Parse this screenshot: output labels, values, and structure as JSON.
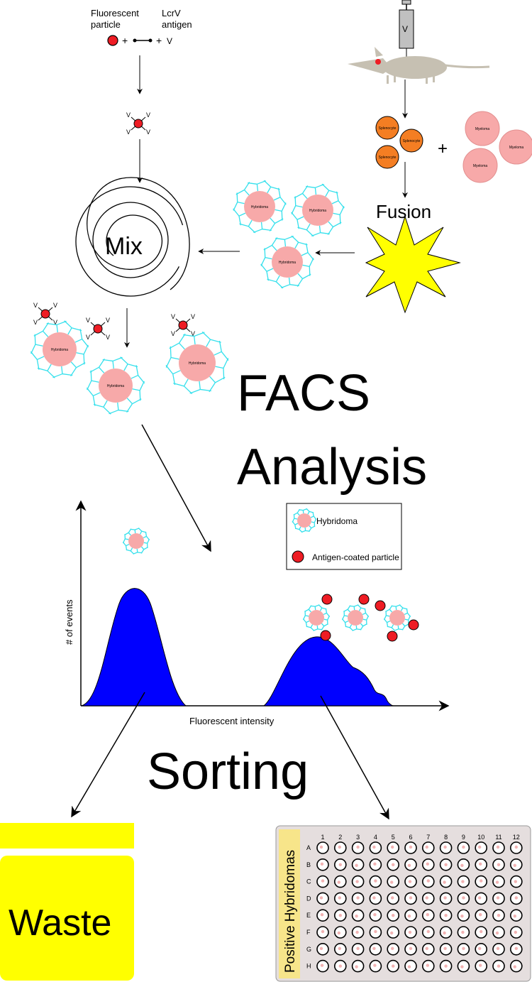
{
  "colors": {
    "particle": "#ee1c24",
    "hybridoma": "#f7a9a9",
    "antibody": "#35e0ec",
    "splenocyte": "#f47e23",
    "myeloma": "#f7a9a9",
    "fusion_star": "#ffff00",
    "histogram": "#0000ff",
    "waste": "#ffff00",
    "plate_bg": "#e5dede",
    "plate_label_bg": "#f7e58a"
  },
  "top": {
    "particle_label": "Fluorescent\nparticle",
    "antigen_label": "LcrV\nantigen",
    "plus1": "+",
    "plus2": "+",
    "v_glyph": "V",
    "syringe_label": "V"
  },
  "cells": {
    "splenocyte": "Splenocyte",
    "myeloma": "Myeloma",
    "hybridoma": "Hybridoma",
    "plus": "+"
  },
  "steps": {
    "fusion": "Fusion",
    "mix": "Mix",
    "facs": "FACS\nAnalysis",
    "sorting": "Sorting",
    "waste": "Waste"
  },
  "legend": {
    "hybridoma": "Hybridoma",
    "particle": "Antigen-coated particle"
  },
  "chart_data": {
    "type": "area",
    "xlabel": "Fluorescent intensity",
    "ylabel": "# of events",
    "series": [
      {
        "name": "",
        "peaks": "low-fluorescence (unbound hybridomas)"
      },
      {
        "name": "",
        "peaks": "high-fluorescence (antigen-bound hybridomas)"
      }
    ]
  },
  "plate": {
    "title": "Positive Hybridomas",
    "columns": [
      "1",
      "2",
      "3",
      "4",
      "5",
      "6",
      "7",
      "8",
      "9",
      "10",
      "11",
      "12"
    ],
    "rows": [
      "A",
      "B",
      "C",
      "D",
      "E",
      "F",
      "G",
      "H"
    ]
  }
}
